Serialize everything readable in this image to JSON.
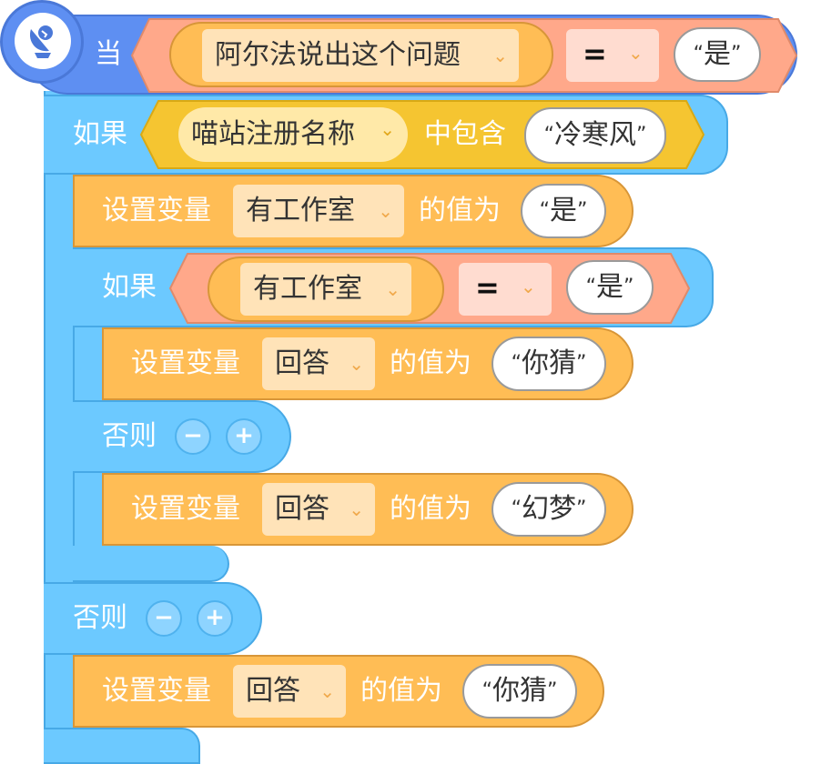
{
  "hat": {
    "label": "当",
    "condition": {
      "left_dropdown": "阿尔法说出这个问题",
      "operator": "=",
      "right_value": "是"
    }
  },
  "if_outer": {
    "label": "如果",
    "condition": {
      "dropdown": "喵站注册名称",
      "operator_text": "中包含",
      "value": "冷寒风"
    },
    "set1": {
      "label": "设置变量",
      "variable": "有工作室",
      "mid": "的值为",
      "value": "是"
    },
    "if_inner": {
      "label": "如果",
      "condition": {
        "dropdown": "有工作室",
        "operator": "=",
        "value": "是"
      },
      "set_then": {
        "label": "设置变量",
        "variable": "回答",
        "mid": "的值为",
        "value": "你猜"
      },
      "else_label": "否则",
      "set_else": {
        "label": "设置变量",
        "variable": "回答",
        "mid": "的值为",
        "value": "幻梦"
      }
    },
    "else_label": "否则",
    "set_else": {
      "label": "设置变量",
      "variable": "回答",
      "mid": "的值为",
      "value": "你猜"
    }
  },
  "quote_open": "“",
  "quote_close": "”",
  "minus": "−",
  "plus": "+",
  "chevron": "⌄",
  "colors": {
    "event": "#5e8ff2",
    "control": "#6cc9ff",
    "variable": "#ffbd55",
    "operator": "#ffa88a",
    "sensing": "#f5c531"
  }
}
